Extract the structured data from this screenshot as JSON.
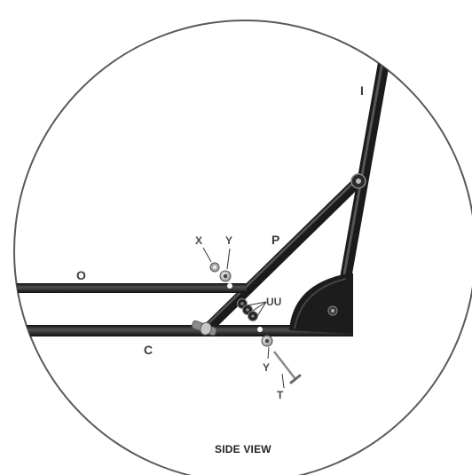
{
  "caption": "SIDE VIEW",
  "labels": {
    "I": "I",
    "P": "P",
    "O": "O",
    "C": "C",
    "X": "X",
    "Y_top": "Y",
    "Y_bottom": "Y",
    "UU": "UU",
    "T": "T"
  },
  "colors": {
    "tube": "#1b1b1b",
    "tube_highlight": "#6a6a6a",
    "outline": "#5a5a5a",
    "hardware": "#9a9a9a"
  }
}
